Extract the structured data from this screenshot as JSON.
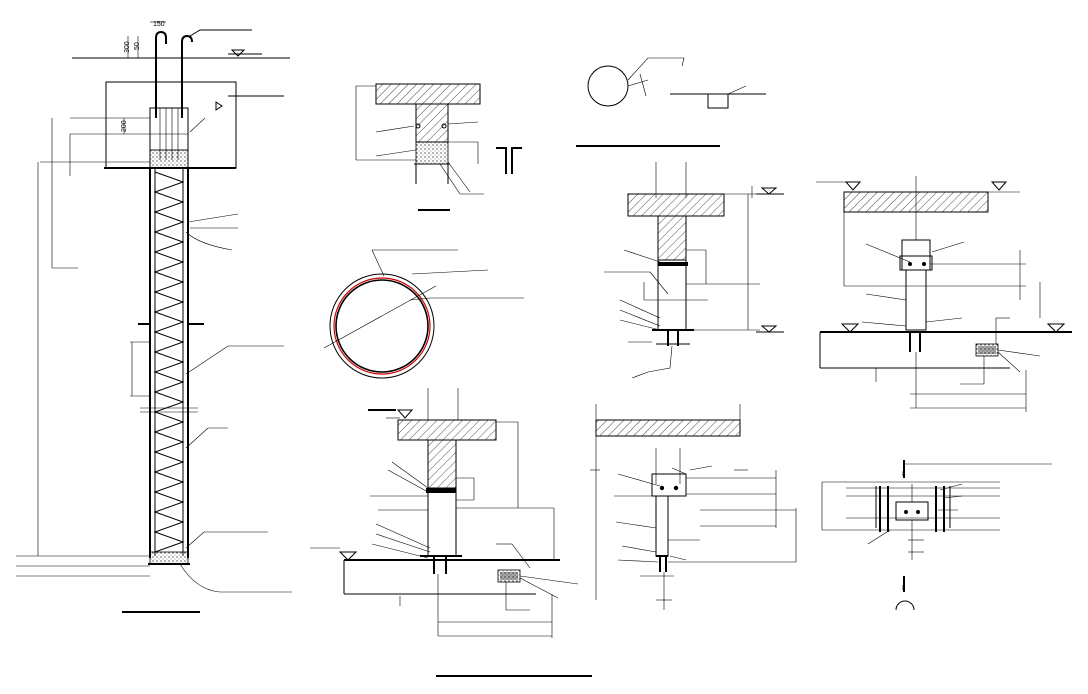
{
  "drawing": {
    "dims": {
      "d150": "150",
      "d300": "300",
      "d50": "50",
      "d200": "200"
    },
    "section_marks": {
      "mark_top": "I",
      "mark_bottom": "I"
    },
    "colors": {
      "line": "#000000",
      "background": "#ffffff",
      "accent_red": "#d00000"
    }
  }
}
